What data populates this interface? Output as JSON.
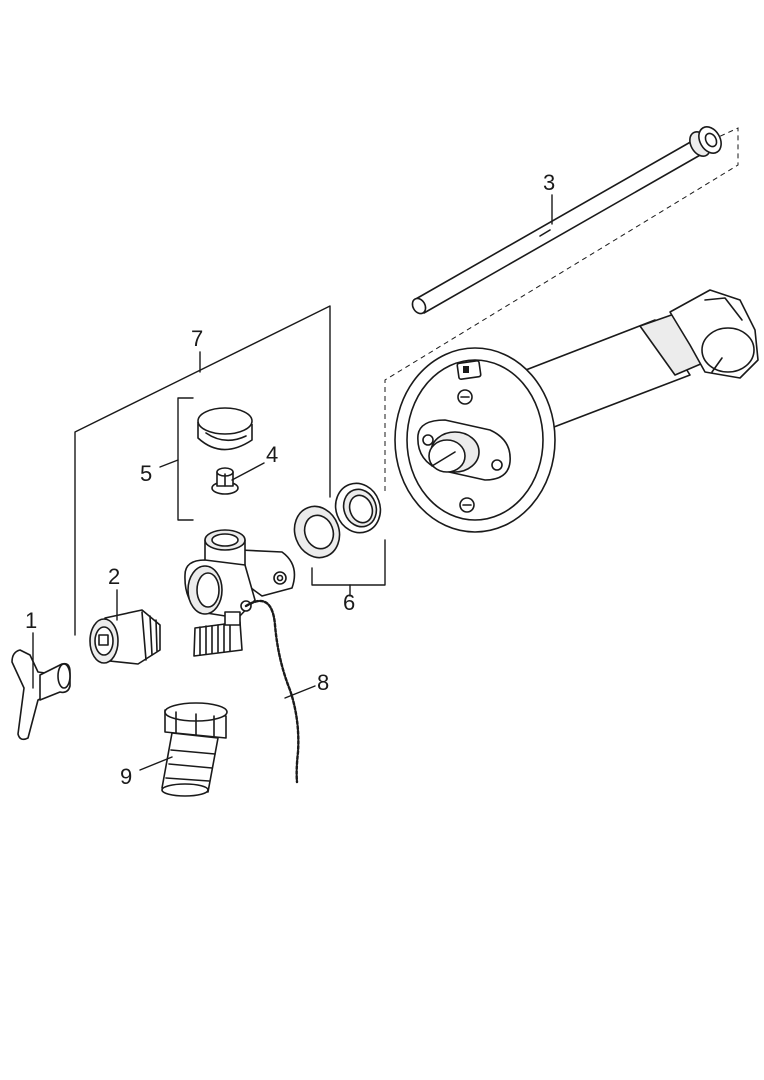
{
  "labels": {
    "p1": "1",
    "p2": "2",
    "p3": "3",
    "p4": "4",
    "p5": "5",
    "p6": "6",
    "p7": "7",
    "p8": "8",
    "p9": "9"
  },
  "colors": {
    "ink": "#1a1a1a",
    "background": "#ffffff",
    "shade": "#ececec"
  }
}
